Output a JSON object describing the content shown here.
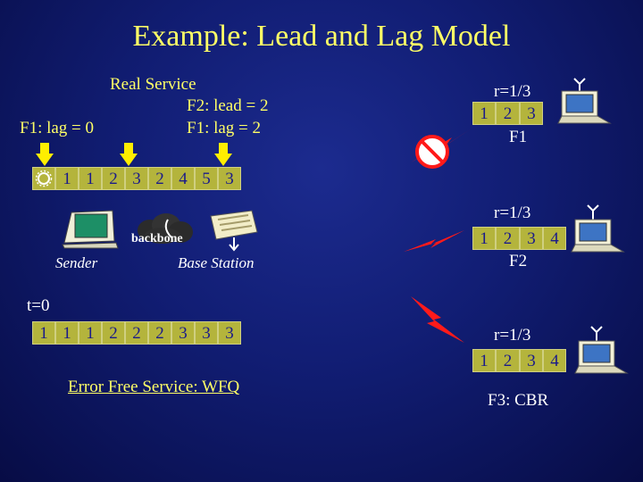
{
  "title": "Example:  Lead and Lag Model",
  "real_service": {
    "heading": "Real Service",
    "f2_lead": "F2: lead = 2",
    "f1_lag_right": "F1: lag = 2",
    "f1_lag_left": "F1: lag = 0"
  },
  "top_queue": [
    "1",
    "1",
    "2",
    "3",
    "2",
    "4",
    "5",
    "3"
  ],
  "labels": {
    "backbone": "backbone",
    "sender": "Sender",
    "base_station": "Base Station",
    "t0": "t=0",
    "error_free": "Error Free Service: WFQ"
  },
  "wfq_queue": [
    "1",
    "1",
    "1",
    "2",
    "2",
    "2",
    "3",
    "3",
    "3"
  ],
  "flows": [
    {
      "rate": "r=1/3",
      "cells": [
        "1",
        "2",
        "3"
      ],
      "name": "F1"
    },
    {
      "rate": "r=1/3",
      "cells": [
        "1",
        "2",
        "3",
        "4"
      ],
      "name": "F2"
    },
    {
      "rate": "r=1/3",
      "cells": [
        "1",
        "2",
        "3",
        "4"
      ],
      "name": "F3: CBR"
    }
  ],
  "colors": {
    "background": "#111d73",
    "text_yellow": "#ffff66",
    "cell_fill": "#b4b43c",
    "lightning": "#ff1a1a",
    "arrow": "#ffee00"
  }
}
